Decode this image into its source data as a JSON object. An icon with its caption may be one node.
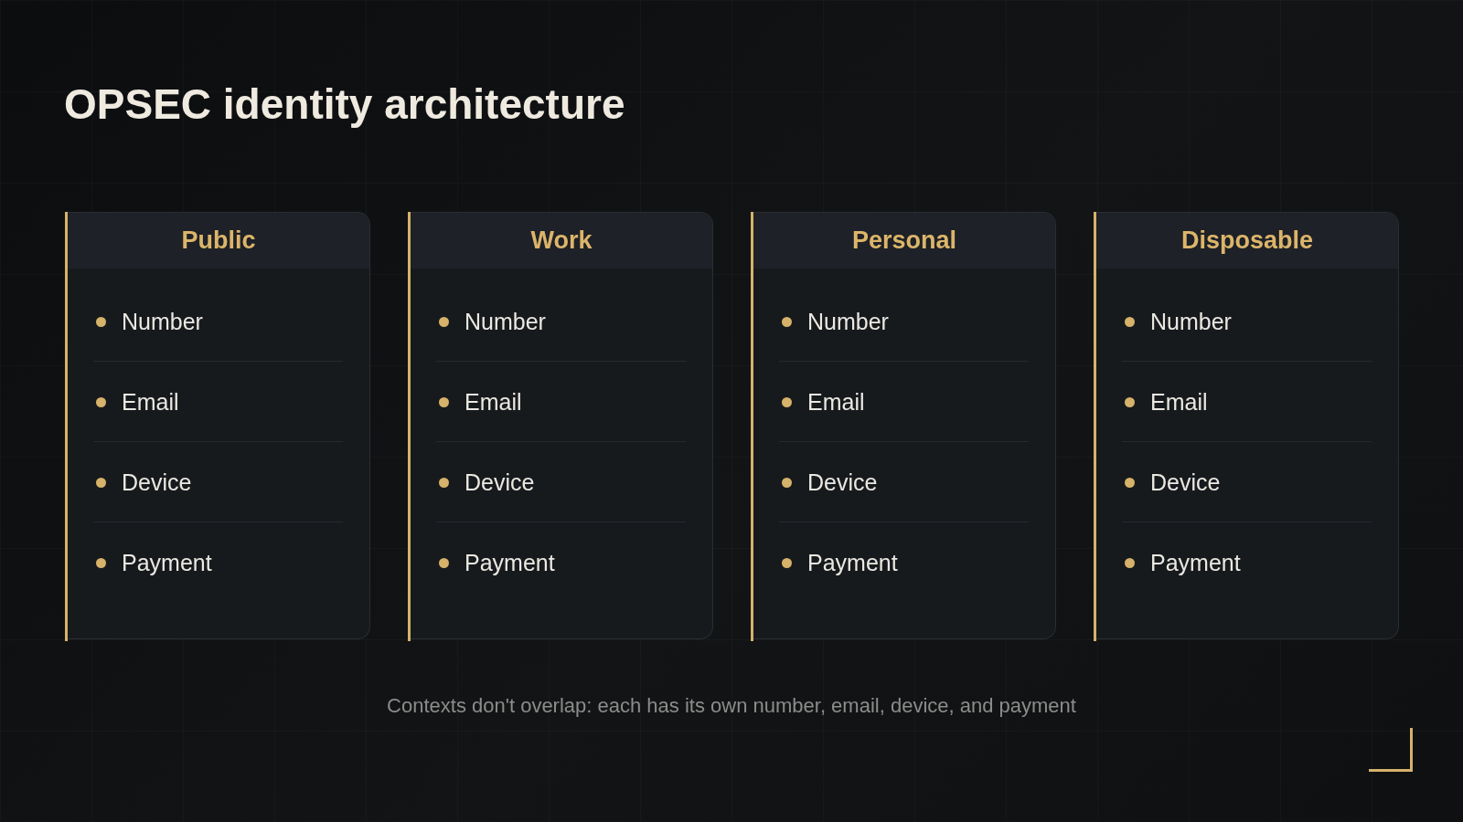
{
  "diagram": {
    "title": "OPSEC identity architecture",
    "caption": "Contexts don't overlap: each has its own number, email, device, and payment",
    "nodes": [
      {
        "text": [
          "Public",
          "Number",
          "Email",
          "Device",
          "Payment"
        ]
      },
      {
        "text": [
          "Work",
          "Number",
          "Email",
          "Device",
          "Payment"
        ]
      },
      {
        "text": [
          "Personal",
          "Number",
          "Email",
          "Device",
          "Payment"
        ]
      },
      {
        "text": [
          "Disposable",
          "Number",
          "Email",
          "Device",
          "Payment"
        ]
      }
    ]
  }
}
